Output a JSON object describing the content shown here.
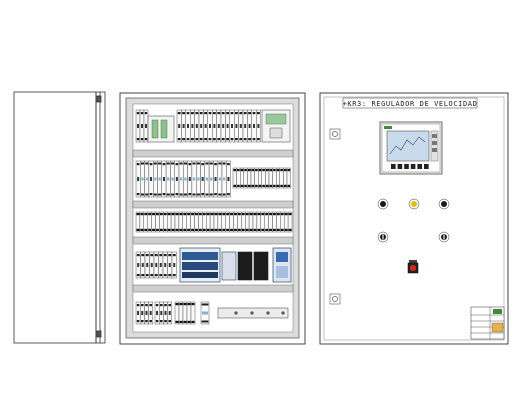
{
  "door_title": "+KR3: REGULADOR DE VELOCIDAD",
  "colors": {
    "line": "#333333",
    "mount_plate": "#d9d9d9",
    "hmi_green": "#3c8a3c",
    "hmi_screen": "#bcd3e6",
    "amber": "#e6c200",
    "emergency_red": "#cc2a1e"
  },
  "door": {
    "pilot_lights": [
      "black",
      "amber",
      "black"
    ],
    "switches": [
      "black",
      "black"
    ],
    "emergency_button": "red"
  },
  "panel": {
    "rows": [
      {
        "name": "row-1-breakers-and-contactors",
        "modules": 22
      },
      {
        "name": "row-2-relays-and-breakers",
        "modules": 30
      },
      {
        "name": "row-3-terminal-blocks",
        "modules": 40
      },
      {
        "name": "row-4-plc-and-drives",
        "modules": 12
      },
      {
        "name": "row-5-bottom-terminals",
        "modules": 8
      }
    ]
  }
}
